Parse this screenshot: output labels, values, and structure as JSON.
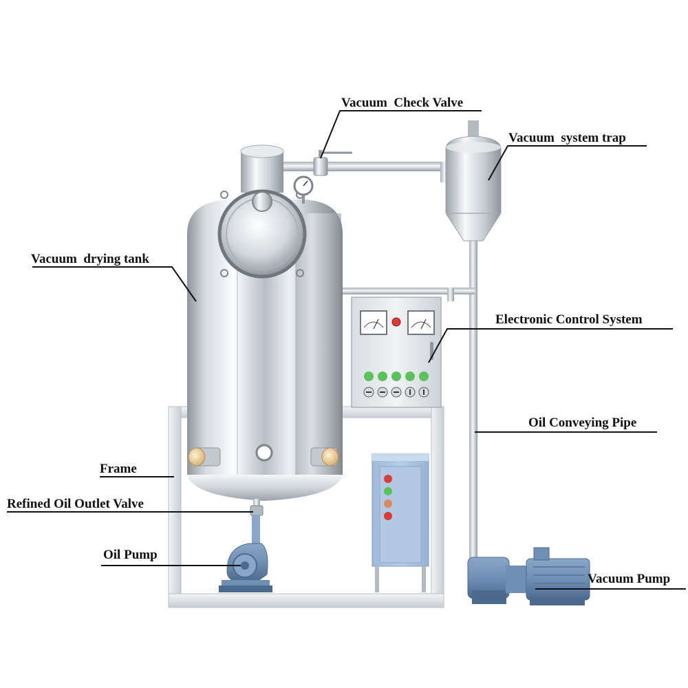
{
  "diagram": {
    "labels": {
      "check_valve": "Vacuum  Check Valve",
      "system_trap": "Vacuum  system trap",
      "drying_tank": "Vacuum  drying tank",
      "control_system": "Electronic Control System",
      "conveying_pipe": "Oil Conveying Pipe",
      "frame": "Frame",
      "outlet_valve": "Refined Oil Outlet Valve",
      "oil_pump": "Oil Pump",
      "vacuum_pump": "Vacuum Pump"
    },
    "colors": {
      "steel_light": "#f4f6f8",
      "steel_mid": "#c3c9cf",
      "steel_dark": "#7d858d",
      "pump_blue": "#6f8fb4",
      "pump_blue_dark": "#4c6a8e",
      "cabinet_blue": "#a9c3e2",
      "led_green": "#5bc25b",
      "led_red": "#d93b35",
      "led_orange": "#d9895a",
      "leader_line": "#111111"
    }
  }
}
